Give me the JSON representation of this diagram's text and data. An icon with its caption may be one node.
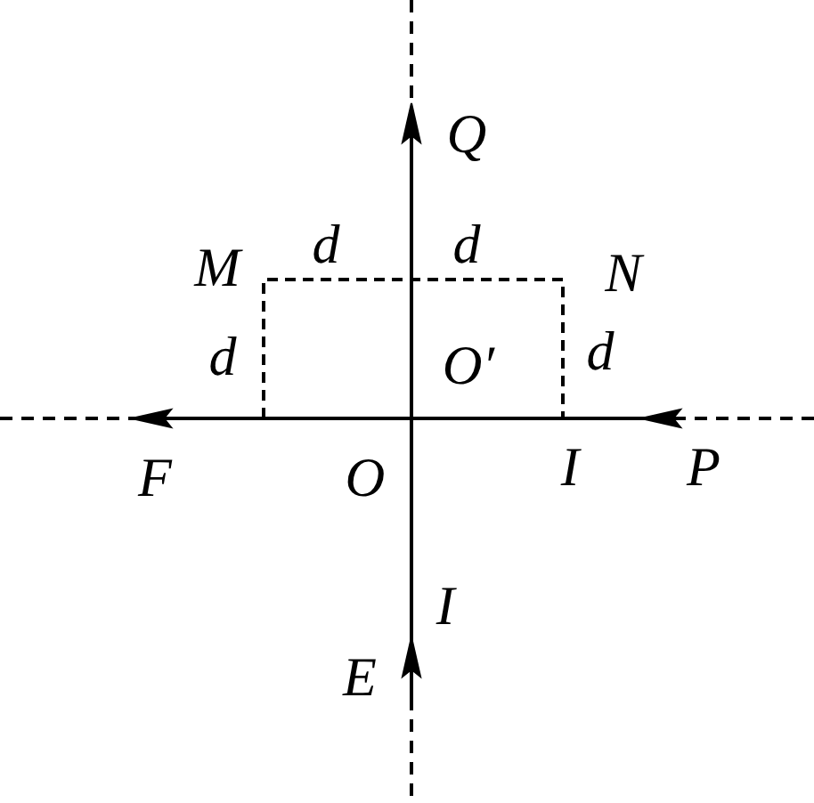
{
  "diagram": {
    "labels": [
      "Q",
      "M",
      "d",
      "d",
      "N",
      "d",
      "O′",
      "d",
      "F",
      "O",
      "I",
      "P",
      "I",
      "E"
    ]
  }
}
